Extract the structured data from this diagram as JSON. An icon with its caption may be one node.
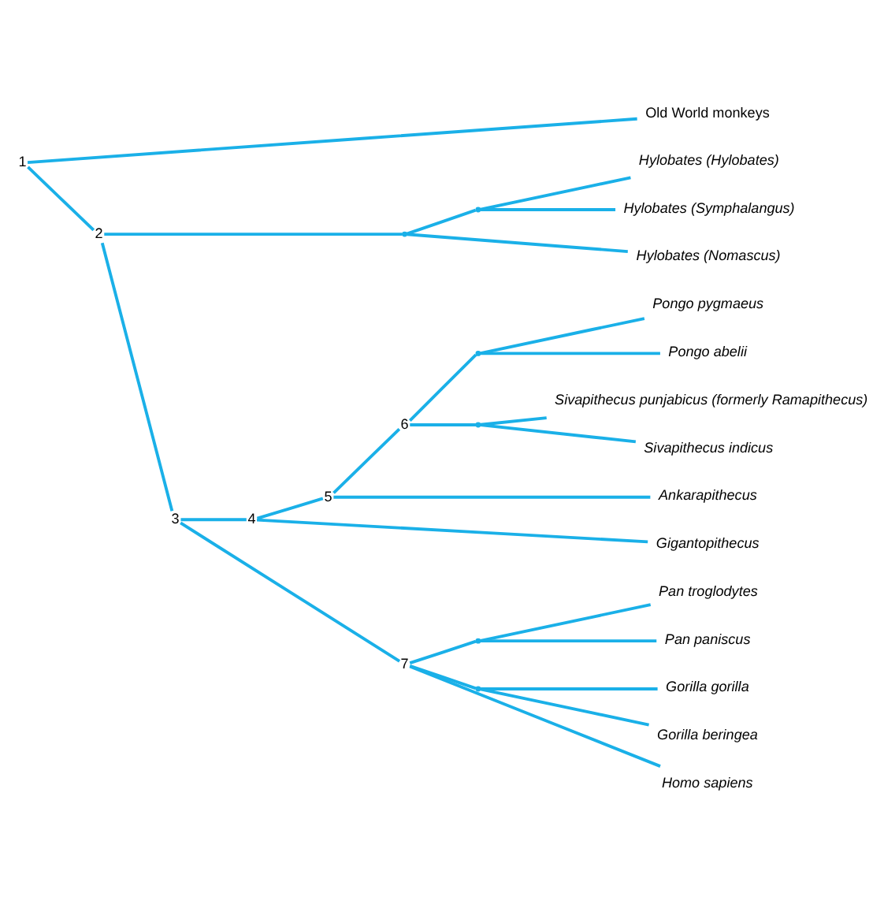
{
  "diagram": {
    "nodes": [
      {
        "text": [
          "Old World monkeys"
        ]
      },
      {
        "text": [
          "Hylobates (Hylobates)"
        ]
      },
      {
        "text": [
          "Hylobates (Symphalangus)"
        ]
      },
      {
        "text": [
          "Hylobates (Nomascus)"
        ]
      },
      {
        "text": [
          "Pongo pygmaeus"
        ]
      },
      {
        "text": [
          "Pongo abelii"
        ]
      },
      {
        "text": [
          "Sivapithecus punjabicus (formerly Ramapithecus)"
        ]
      },
      {
        "text": [
          "Sivapithecus indicus"
        ]
      },
      {
        "text": [
          "Ankarapithecus"
        ]
      },
      {
        "text": [
          "Gigantopithecus"
        ]
      },
      {
        "text": [
          "Pan troglodytes"
        ]
      },
      {
        "text": [
          "Pan paniscus"
        ]
      },
      {
        "text": [
          "Gorilla gorilla"
        ]
      },
      {
        "text": [
          "Gorilla beringea"
        ]
      },
      {
        "text": [
          "Homo sapiens"
        ]
      },
      {
        "text": [],
        "shape": "point",
        "beside": [
          "1"
        ]
      },
      {
        "text": [],
        "shape": "point",
        "beside": [
          "2"
        ]
      },
      {
        "text": [],
        "shape": "point",
        "beside": [
          "3"
        ]
      },
      {
        "text": [],
        "shape": "point",
        "beside": [
          "4"
        ]
      },
      {
        "text": [],
        "shape": "point",
        "beside": [
          "5"
        ]
      },
      {
        "text": [],
        "shape": "point",
        "beside": [
          "6"
        ]
      },
      {
        "text": [],
        "shape": "point",
        "beside": [
          "7"
        ]
      },
      {
        "text": [],
        "shape": "point"
      },
      {
        "text": [],
        "shape": "point"
      },
      {
        "text": [],
        "shape": "point"
      },
      {
        "text": [],
        "shape": "point"
      },
      {
        "text": [],
        "shape": "point"
      },
      {
        "text": [],
        "shape": "point"
      }
    ],
    "edges": [
      {
        "from": 15,
        "to": 0,
        "arrow": "none"
      },
      {
        "from": 15,
        "to": 16,
        "arrow": "none"
      },
      {
        "from": 16,
        "to": 22,
        "arrow": "none"
      },
      {
        "from": 16,
        "to": 17,
        "arrow": "none"
      },
      {
        "from": 22,
        "to": 23,
        "arrow": "none"
      },
      {
        "from": 22,
        "to": 3,
        "arrow": "none"
      },
      {
        "from": 23,
        "to": 1,
        "arrow": "none"
      },
      {
        "from": 23,
        "to": 2,
        "arrow": "none"
      },
      {
        "from": 17,
        "to": 18,
        "arrow": "none"
      },
      {
        "from": 17,
        "to": 21,
        "arrow": "none"
      },
      {
        "from": 18,
        "to": 19,
        "arrow": "none"
      },
      {
        "from": 18,
        "to": 9,
        "arrow": "none"
      },
      {
        "from": 19,
        "to": 20,
        "arrow": "none"
      },
      {
        "from": 19,
        "to": 8,
        "arrow": "none"
      },
      {
        "from": 20,
        "to": 24,
        "arrow": "none"
      },
      {
        "from": 20,
        "to": 25,
        "arrow": "none"
      },
      {
        "from": 24,
        "to": 4,
        "arrow": "none"
      },
      {
        "from": 24,
        "to": 5,
        "arrow": "none"
      },
      {
        "from": 25,
        "to": 6,
        "arrow": "none"
      },
      {
        "from": 25,
        "to": 7,
        "arrow": "none"
      },
      {
        "from": 21,
        "to": 26,
        "arrow": "none"
      },
      {
        "from": 21,
        "to": 27,
        "arrow": "none"
      },
      {
        "from": 21,
        "to": 14,
        "arrow": "none"
      },
      {
        "from": 26,
        "to": 10,
        "arrow": "none"
      },
      {
        "from": 26,
        "to": 11,
        "arrow": "none"
      },
      {
        "from": 27,
        "to": 12,
        "arrow": "none"
      },
      {
        "from": 27,
        "to": 13,
        "arrow": "none"
      }
    ]
  }
}
